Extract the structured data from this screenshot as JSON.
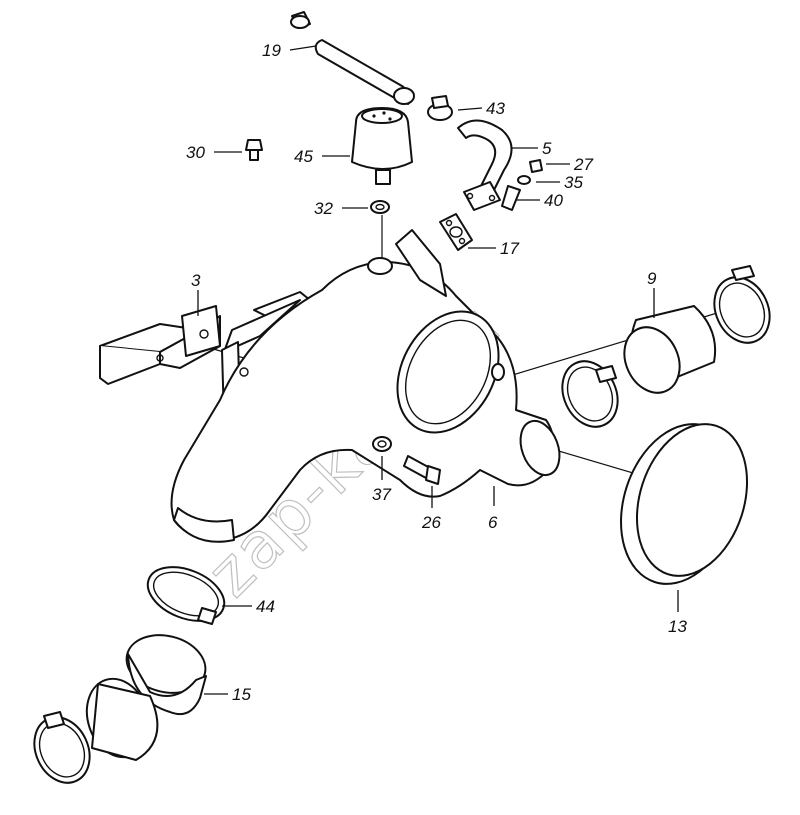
{
  "diagram": {
    "watermark": "zap-kam.ru",
    "corner_mark": "",
    "callouts": [
      {
        "id": "19",
        "label": "19"
      },
      {
        "id": "43",
        "label": "43"
      },
      {
        "id": "30",
        "label": "30"
      },
      {
        "id": "45",
        "label": "45"
      },
      {
        "id": "5",
        "label": "5"
      },
      {
        "id": "27",
        "label": "27"
      },
      {
        "id": "35",
        "label": "35"
      },
      {
        "id": "40",
        "label": "40"
      },
      {
        "id": "32",
        "label": "32"
      },
      {
        "id": "17",
        "label": "17"
      },
      {
        "id": "3",
        "label": "3"
      },
      {
        "id": "9",
        "label": "9"
      },
      {
        "id": "37",
        "label": "37"
      },
      {
        "id": "26",
        "label": "26"
      },
      {
        "id": "6",
        "label": "6"
      },
      {
        "id": "44",
        "label": "44"
      },
      {
        "id": "15",
        "label": "15"
      },
      {
        "id": "13",
        "label": "13"
      }
    ]
  }
}
